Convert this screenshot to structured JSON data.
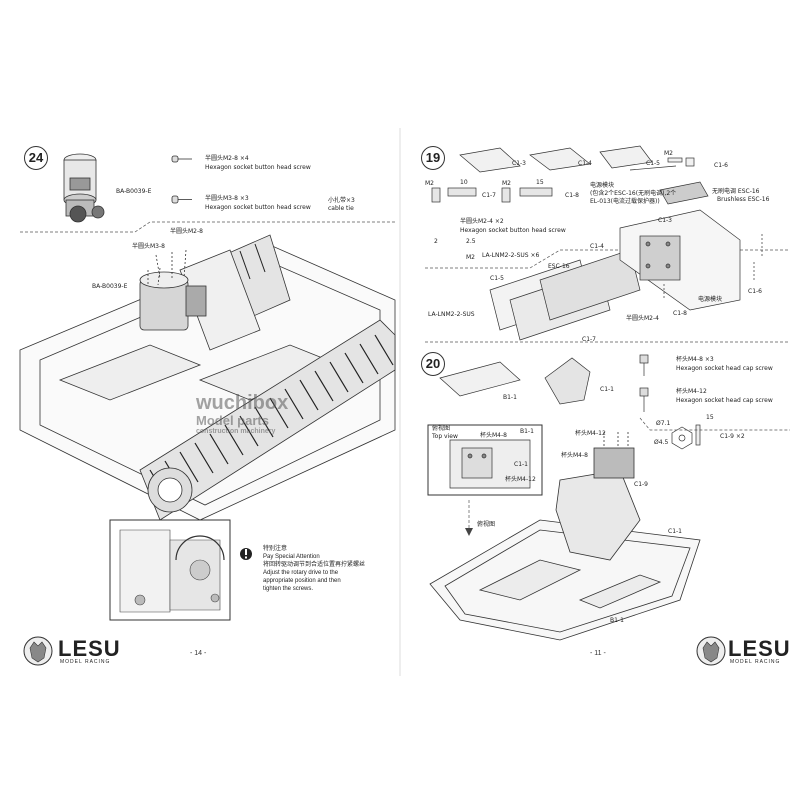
{
  "left_page": {
    "step_number": "24",
    "parts": {
      "motor_code_top": "BA-B0039-E",
      "screw1_cn": "半圆头M2-8 ×4",
      "screw1_en": "Hexagon socket button head screw",
      "screw2_cn": "半圆头M3-8 ×3",
      "screw2_en": "Hexagon socket button head screw",
      "tie": "小扎带×3",
      "tie_en": "cable tie"
    },
    "labels": {
      "callout_m2": "半圆头M2-8",
      "callout_m3": "半圆头M3-8",
      "motor_code": "BA-B0039-E"
    },
    "attention": {
      "cn_title": "特别注意",
      "en_title": "Pay Special Attention",
      "cn_body": "将回转驱动调节到合适位置再拧紧螺丝",
      "en_body_1": "Adjust the rotary drive to the",
      "en_body_2": "appropriate position and then",
      "en_body_3": "tighten the screws."
    },
    "page_number": "- 14 -",
    "brand": "LESU",
    "brand_sub": "MODEL RACING"
  },
  "watermark": {
    "line1": "wuchibox",
    "line2": "Model parts",
    "line3": "construction machinery"
  },
  "right_page": {
    "step19": {
      "number": "19",
      "labels": {
        "c13_top": "C1-3",
        "c14_top": "C1-4",
        "c15_top": "C1-5",
        "m2_a": "M2",
        "c16_top": "C1-6",
        "m2_b": "M2",
        "dim_10": "10",
        "c17_top": "C1-7",
        "m2_c": "M2",
        "dim_15": "15",
        "c18_top": "C1-8",
        "power_cn": "电源模块",
        "power_note_1": "(包含2个ESC-16(无刷电调),2个",
        "power_note_2": "EL-013(电流过载保护器))",
        "esc_cn": "无刷电调 ESC-16",
        "esc_en": "Brushless ESC-16",
        "screw_cn": "半圆头M2-4 ×2",
        "screw_en": "Hexagon socket button head screw",
        "dim_2": "2",
        "dim_25": "2.5",
        "m2_d": "M2",
        "nut": "LA-LNM2-2-SUS ×6",
        "c13": "C1-3",
        "c14": "C1-4",
        "esc16": "ESC-16",
        "c15": "C1-5",
        "nut_label": "LA-LNM2-2-SUS",
        "power_label": "电源模块",
        "m24_label": "半圆头M2-4",
        "c18": "C1-8",
        "c17": "C1-7",
        "c16": "C1-6"
      }
    },
    "step20": {
      "number": "20",
      "labels": {
        "b11_top": "B1-1",
        "c11_top": "C1-1",
        "cap1_cn": "杯头M4-8 ×3",
        "cap1_en": "Hexagon socket head cap screw",
        "cap2_cn": "杯头M4-12",
        "cap2_en": "Hexagon socket head cap screw",
        "d71": "Ø7.1",
        "d45": "Ø4.5",
        "dim_15": "15",
        "c19_top": "C1-9 ×2",
        "top_view_cn": "俯视图",
        "top_view_en": "Top view",
        "inset_m48": "杯头M4-8",
        "inset_b11": "B1-1",
        "inset_c11": "C1-1",
        "inset_m412": "杯头M4-12",
        "arrow_cn": "俯视图",
        "m412_main": "杯头M4-12",
        "m48_main": "杯头M4-8",
        "c19": "C1-9",
        "c11": "C1-1",
        "b11": "B1-1"
      }
    },
    "page_number": "- 11 -",
    "brand": "LESU",
    "brand_sub": "MODEL RACING"
  }
}
